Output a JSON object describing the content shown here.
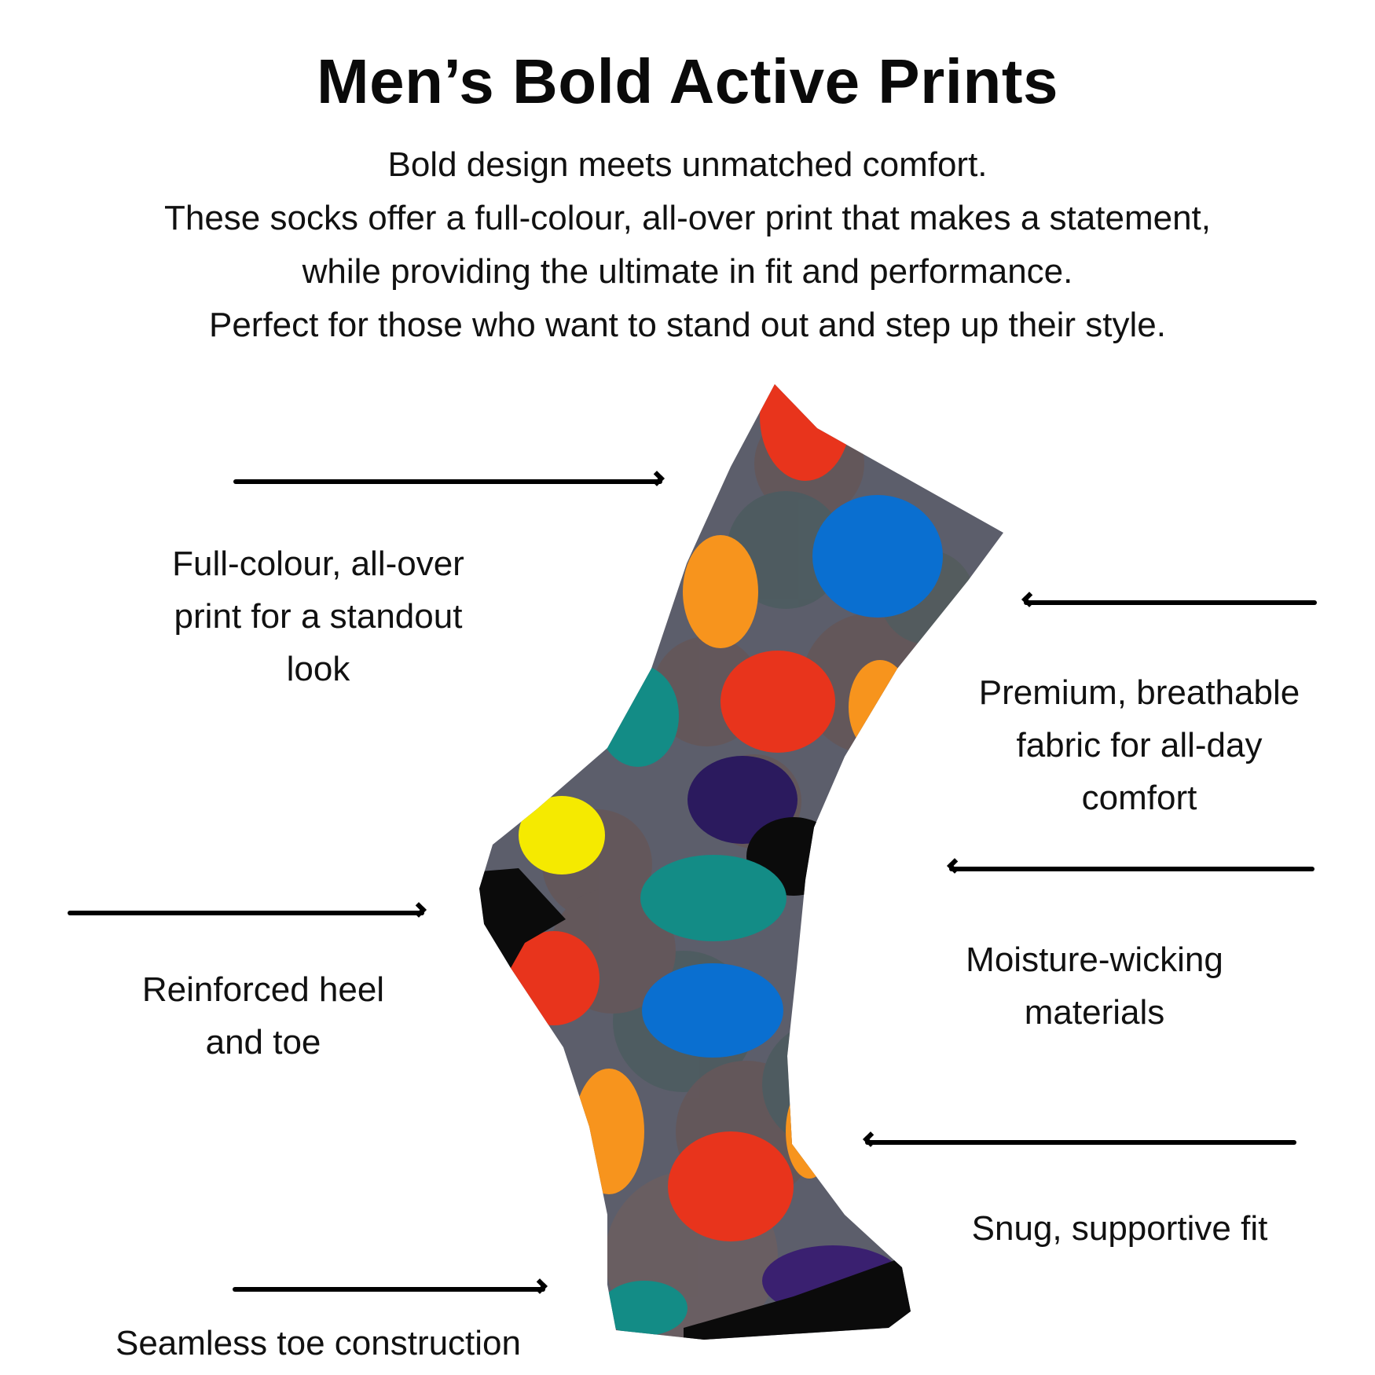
{
  "header": {
    "title": "Men’s Bold Active Prints",
    "intro_lines": [
      "Bold design meets unmatched comfort.",
      "These socks offer a full-colour, all-over print that makes a statement,",
      "while providing the ultimate in fit and performance.",
      "Perfect for those who want to stand out and step up their style."
    ]
  },
  "product_image": {
    "subject": "polka-dot crew sock",
    "base_color": "#5c5e6b",
    "heel_toe_color": "#0b0b0b",
    "dot_colors": [
      "#e8341c",
      "#0a6fd0",
      "#f7941d",
      "#138c86",
      "#2b1a5e",
      "#f5ea00"
    ]
  },
  "features": [
    {
      "side": "left",
      "lines": [
        "Full-colour, all-over",
        "print for a standout",
        "look"
      ]
    },
    {
      "side": "right",
      "lines": [
        "Premium, breathable",
        "fabric for all-day",
        "comfort"
      ]
    },
    {
      "side": "right",
      "lines": [
        "Moisture-wicking",
        "materials"
      ]
    },
    {
      "side": "left",
      "lines": [
        "Reinforced heel",
        "and toe"
      ]
    },
    {
      "side": "right",
      "lines": [
        "Snug, supportive fit"
      ]
    },
    {
      "side": "left",
      "lines": [
        "Seamless toe construction"
      ]
    }
  ]
}
